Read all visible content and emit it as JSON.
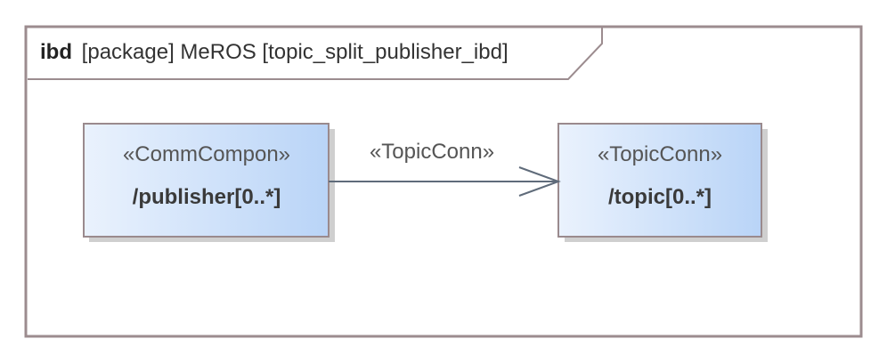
{
  "frame": {
    "kind": "ibd",
    "header": "[package] MeROS [topic_split_publisher_ibd]"
  },
  "parts": {
    "publisher": {
      "stereotype": "«CommCompon»",
      "name": "/publisher[0..*]"
    },
    "topic": {
      "stereotype": "«TopicConn»",
      "name": "/topic[0..*]"
    }
  },
  "connector": {
    "stereotype": "«TopicConn»"
  },
  "colors": {
    "frame_stroke": "#9c8c8f",
    "block_fill_left": "#eaf2fd",
    "block_fill_right": "#b9d4f7",
    "block_stroke": "#9a8a8d",
    "shadow": "#cfcfcf",
    "connector": "#5f6b7a"
  }
}
